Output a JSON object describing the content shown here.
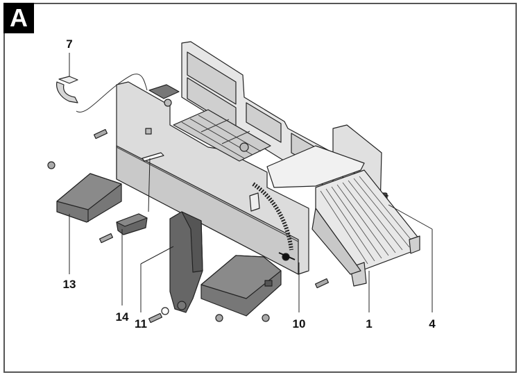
{
  "figure": {
    "label": "A",
    "title": "Exploded view diagram of saw table / guide assembly"
  },
  "callouts": [
    {
      "id": "7",
      "text": "7",
      "part": "clip"
    },
    {
      "id": "13",
      "text": "13",
      "part": "end-cap-left"
    },
    {
      "id": "14",
      "text": "14",
      "part": "small-clamp-block"
    },
    {
      "id": "11",
      "text": "11",
      "part": "vertical-bracket"
    },
    {
      "id": "10",
      "text": "10",
      "part": "angle-scale-knob"
    },
    {
      "id": "1",
      "text": "1",
      "part": "base-rail-table"
    },
    {
      "id": "4",
      "text": "4",
      "part": "rear-gear"
    }
  ],
  "colors": {
    "frame": "#555555",
    "badge_bg": "#000000",
    "badge_text": "#ffffff",
    "part_light": "#d9d9d9",
    "part_mid": "#bdbdbd",
    "part_dark": "#6e6e6e",
    "line": "#222222"
  }
}
